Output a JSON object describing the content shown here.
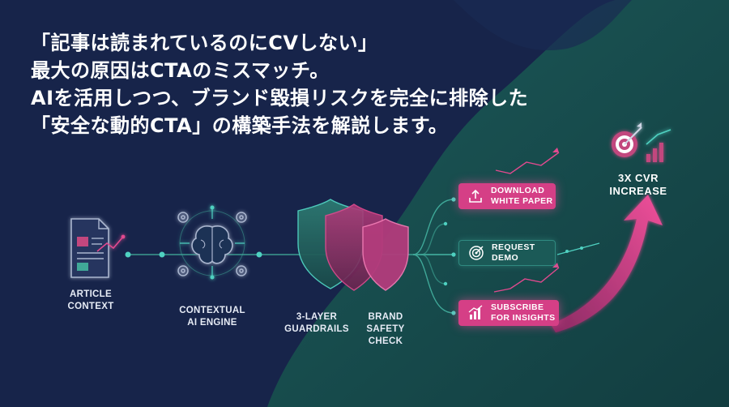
{
  "headline": {
    "lines": [
      "「記事は読まれているのにCVしない」",
      "最大の原因はCTAのミスマッチ。",
      "AIを活用しつつ、ブランド毀損リスクを完全に排除した",
      "「安全な動的CTA」の構築手法を解説します。"
    ]
  },
  "pipeline": {
    "article": {
      "line1": "ARTICLE",
      "line2": "CONTEXT",
      "icon": "document-icon"
    },
    "engine": {
      "line1": "CONTEXTUAL",
      "line2": "AI ENGINE",
      "icon": "brain-icon"
    },
    "guardrails": {
      "line1": "3-LAYER",
      "line2": "GUARDRAILS",
      "icon": "shield-icon"
    },
    "brand_check": {
      "line1": "BRAND",
      "line2": "SAFETY",
      "line3": "CHECK"
    }
  },
  "ctas": [
    {
      "line1": "DOWNLOAD",
      "line2": "WHITE PAPER",
      "icon": "upload-icon",
      "style": "pink"
    },
    {
      "line1": "REQUEST",
      "line2": "DEMO",
      "icon": "target-icon",
      "style": "teal"
    },
    {
      "line1": "SUBSCRIBE",
      "line2": "FOR INSIGHTS",
      "icon": "bar-chart-icon",
      "style": "pink"
    }
  ],
  "result": {
    "line1": "3X CVR",
    "line2": "INCREASE",
    "icon": "target-arrow-icon"
  },
  "colors": {
    "background": "#17244a",
    "teal_region": "#174a4c",
    "pink": "#d53f86",
    "teal_accent": "#4fd1c1"
  }
}
